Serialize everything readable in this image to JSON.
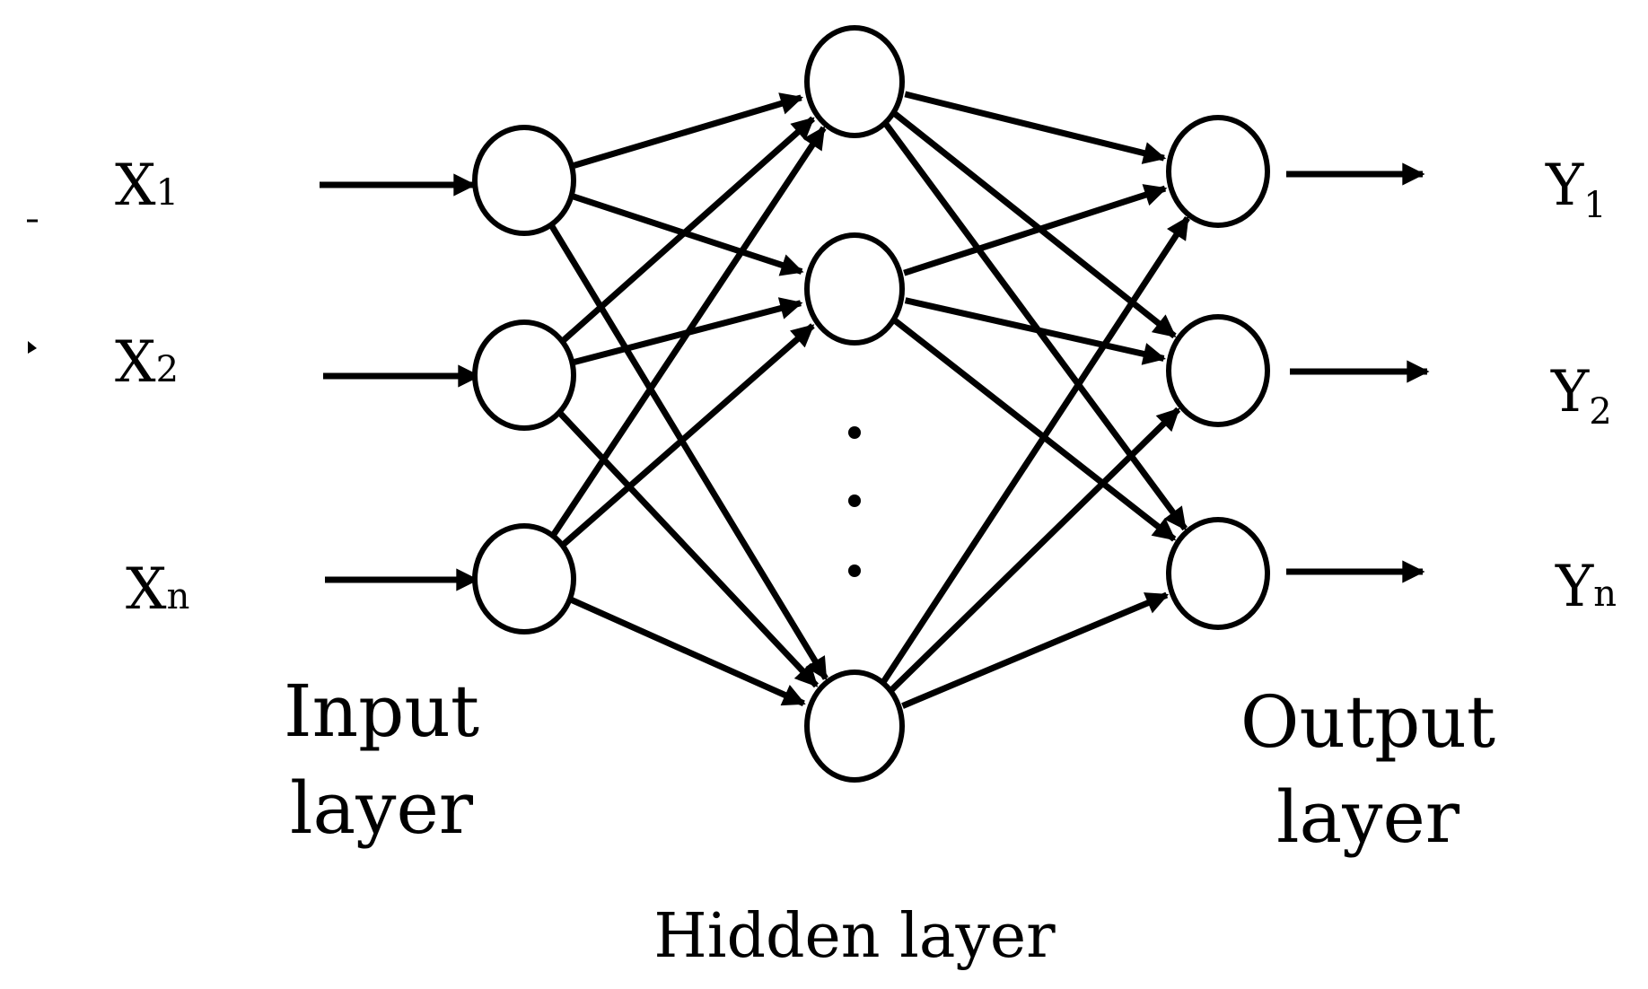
{
  "colors": {
    "stroke": "#000000",
    "background": "#ffffff"
  },
  "inputs": [
    {
      "main": "X",
      "sub": "1"
    },
    {
      "main": "X",
      "sub": "2"
    },
    {
      "main": "X",
      "sub": "n"
    }
  ],
  "outputs": [
    {
      "main": "Y",
      "sub": "1"
    },
    {
      "main": "Y",
      "sub": "2"
    },
    {
      "main": "Y",
      "sub": "n"
    }
  ],
  "labels": {
    "input_line1": "Input",
    "input_line2": "layer",
    "output_line1": "Output",
    "output_line2": "layer",
    "hidden": "Hidden layer"
  }
}
